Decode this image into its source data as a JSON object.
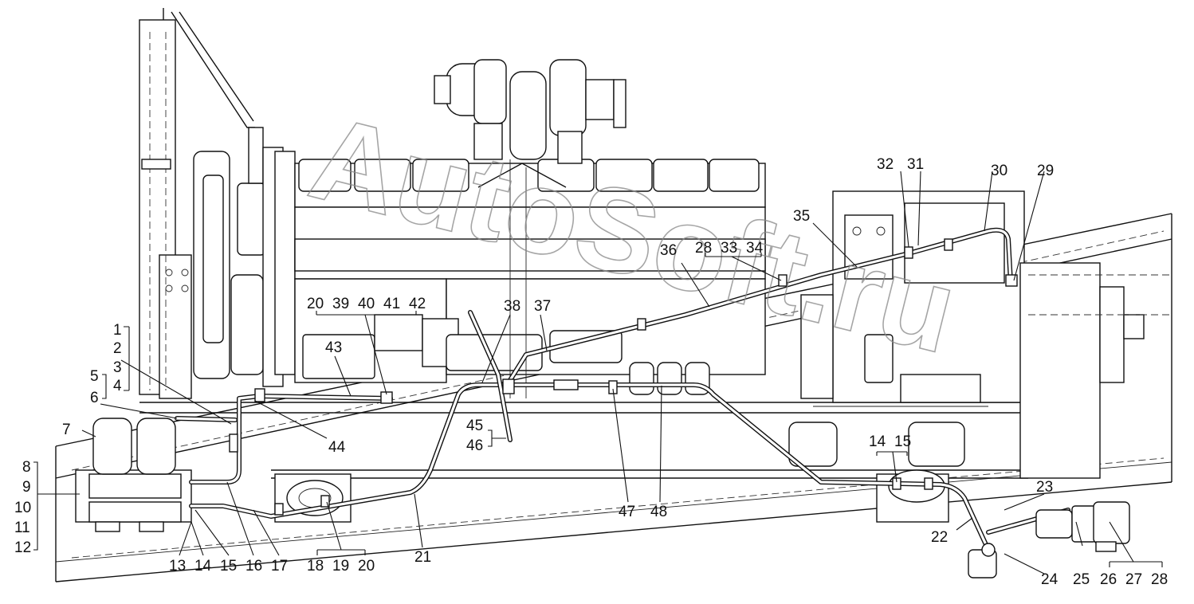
{
  "watermark": "AutoSoft.ru",
  "callouts": {
    "c1": "1",
    "c2": "2",
    "c3": "3",
    "c4": "4",
    "c5": "5",
    "c6": "6",
    "c7": "7",
    "c8": "8",
    "c9": "9",
    "c10": "10",
    "c11": "11",
    "c12": "12",
    "c13": "13",
    "c14a": "14",
    "c15a": "15",
    "c16": "16",
    "c17": "17",
    "c18": "18",
    "c19": "19",
    "c20a": "20",
    "c21": "21",
    "c22": "22",
    "c23": "23",
    "c24": "24",
    "c25": "25",
    "c26": "26",
    "c27": "27",
    "c28a": "28",
    "c28b": "28",
    "c29": "29",
    "c30": "30",
    "c31": "31",
    "c32": "32",
    "c33": "33",
    "c34": "34",
    "c35": "35",
    "c36": "36",
    "c37": "37",
    "c38": "38",
    "c20b": "20",
    "c39": "39",
    "c40": "40",
    "c41": "41",
    "c42": "42",
    "c43": "43",
    "c44": "44",
    "c45": "45",
    "c46": "46",
    "c47": "47",
    "c48": "48",
    "c14b": "14",
    "c15b": "15"
  }
}
